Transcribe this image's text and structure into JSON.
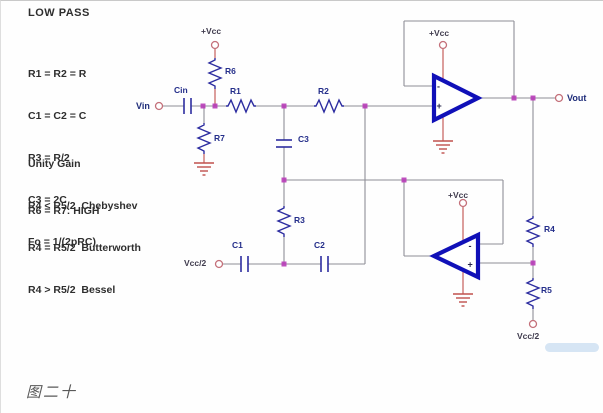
{
  "panel": {
    "title": "LOW PASS",
    "lines": [
      "R1 = R2 = R",
      "C1 = C2 = C",
      "R3 = R/2",
      "C3 = 2C",
      "Fo = 1/(2pRC)"
    ],
    "gain_title": "Unity Gain",
    "gain_lines": [
      "R4 < R5/2  Chebyshev",
      "R4 = R5/2  Butterworth",
      "R4 > R5/2  Bessel"
    ],
    "note": "R6 = R7: HIGH"
  },
  "labels": {
    "vin": "Vin",
    "vout": "Vout",
    "cin": "Cin",
    "r1": "R1",
    "r2": "R2",
    "r3": "R3",
    "r4": "R4",
    "r5": "R5",
    "r6": "R6",
    "r7": "R7",
    "c1": "C1",
    "c2": "C2",
    "c3": "C3",
    "vcc": "+Vcc",
    "vcc_half": "Vcc/2",
    "opamp_minus": "-",
    "opamp_plus": "+"
  },
  "caption": "图二十",
  "colors": {
    "wire": "#8f8f97",
    "power_wire": "#c0504d",
    "component": "#2d2da0",
    "opamp": "#1010b8",
    "node": "#b83cb8",
    "terminal": "#c4707a",
    "text": "#2e2e2e",
    "label": "#242e8a"
  }
}
